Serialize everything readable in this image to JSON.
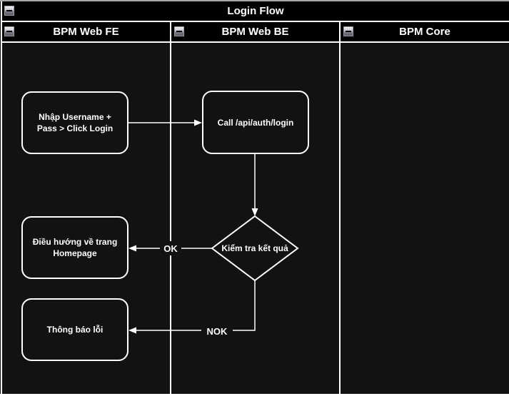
{
  "diagram": {
    "title": "Login Flow",
    "lanes": [
      {
        "label": "BPM Web FE"
      },
      {
        "label": "BPM Web BE"
      },
      {
        "label": "BPM Core"
      }
    ],
    "nodes": [
      {
        "id": "input-credentials",
        "shape": "rounded-rect",
        "lane": "BPM Web FE",
        "label": "Nhập Username + Pass > Click Login"
      },
      {
        "id": "call-login-api",
        "shape": "rounded-rect",
        "lane": "BPM Web BE",
        "label": "Call /api/auth/login"
      },
      {
        "id": "check-result",
        "shape": "diamond",
        "lane": "BPM Web BE",
        "label": "Kiểm tra kết quả"
      },
      {
        "id": "navigate-homepage",
        "shape": "rounded-rect",
        "lane": "BPM Web FE",
        "label": "Điều hướng về trang Homepage"
      },
      {
        "id": "show-error",
        "shape": "rounded-rect",
        "lane": "BPM Web FE",
        "label": "Thông báo lỗi"
      }
    ],
    "edges": [
      {
        "from": "input-credentials",
        "to": "call-login-api",
        "label": ""
      },
      {
        "from": "call-login-api",
        "to": "check-result",
        "label": ""
      },
      {
        "from": "check-result",
        "to": "navigate-homepage",
        "label": "OK"
      },
      {
        "from": "check-result",
        "to": "show-error",
        "label": "NOK"
      }
    ],
    "icons": {
      "collapse": "minus-collapse-icon"
    },
    "colors": {
      "canvas": "#121212",
      "header_fill": "#000000",
      "line": "#ffffff",
      "text": "#ffffff",
      "outer_top_border": "#a8a8a8"
    }
  }
}
